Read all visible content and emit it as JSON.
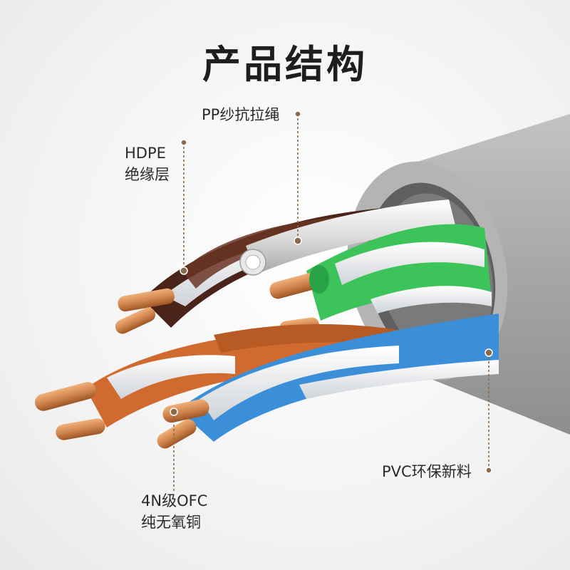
{
  "title": "产品结构",
  "labels": {
    "pp_yarn": "PP纱抗拉绳",
    "hdpe_line1": "HDPE",
    "hdpe_line2": "绝缘层",
    "pvc": "PVC环保新料",
    "ofc_line1": "4N级OFC",
    "ofc_line2": "纯无氧铜"
  },
  "colors": {
    "leader": "#8a6a48",
    "jacket": "#a9a9a9",
    "brown": "#4a2418",
    "green": "#3cc35a",
    "orange": "#d06a2e",
    "blue": "#3a8fd8",
    "copper": "#d2874e"
  }
}
